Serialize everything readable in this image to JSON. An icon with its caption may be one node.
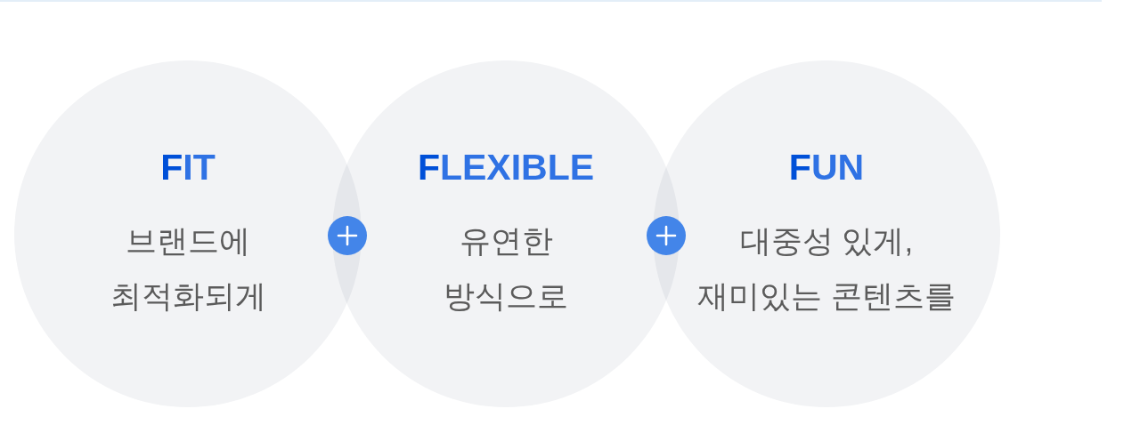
{
  "diagram": {
    "nodes": [
      {
        "text": [
          "FIT",
          "브랜드에 최적화되게"
        ]
      },
      {
        "text": [
          "FLEXIBLE",
          "유연한 방식으로"
        ]
      },
      {
        "text": [
          "FUN",
          "대중성 있게, 재미있는 콘텐츠를"
        ]
      }
    ]
  }
}
